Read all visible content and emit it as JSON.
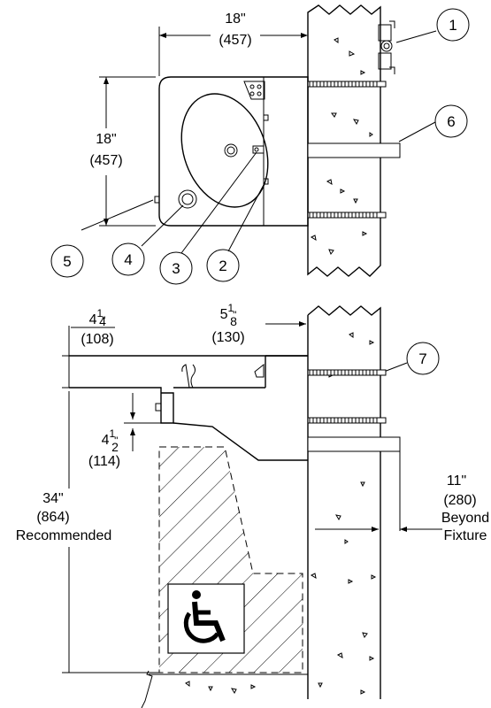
{
  "plan_view": {
    "width_dim": {
      "inches": "18\"",
      "mm": "(457)"
    },
    "depth_dim": {
      "inches": "18\"",
      "mm": "(457)"
    }
  },
  "section_view": {
    "top_thickness": {
      "whole": "4",
      "num": "1",
      "den": "4",
      "unit": "\"",
      "mm": "(108)"
    },
    "setback": {
      "whole": "5",
      "num": "1",
      "den": "8",
      "unit": "\"",
      "mm": "(130)"
    },
    "apron": {
      "whole": "4",
      "num": "1",
      "den": "2",
      "unit": "\"",
      "mm": "(114)"
    },
    "height": {
      "inches": "34\"",
      "mm": "(864)",
      "note": "Recommended"
    },
    "projection": {
      "inches": "11\"",
      "mm": "(280)",
      "line1": "Beyond",
      "line2": "Fixture"
    }
  },
  "callouts": [
    "1",
    "2",
    "3",
    "4",
    "5",
    "6",
    "7"
  ],
  "icons": {
    "accessibility": "wheelchair-icon"
  }
}
